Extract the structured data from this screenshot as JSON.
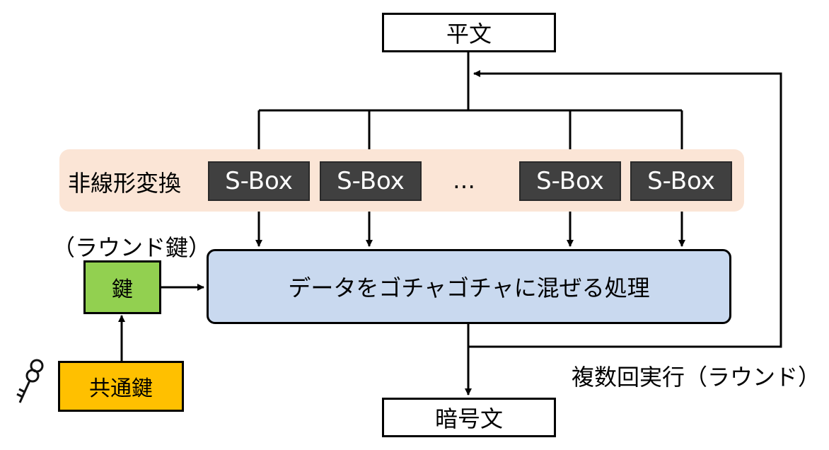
{
  "plaintext": "平文",
  "ciphertext": "暗号文",
  "nonlinear_label": "非線形変換",
  "sboxes": [
    "S-Box",
    "S-Box",
    "S-Box",
    "S-Box"
  ],
  "ellipsis": "…",
  "process_label": "データをゴチャゴチャに混ぜる処理",
  "round_key_label": "（ラウンド鍵）",
  "key_label": "鍵",
  "common_key_label": "共通鍵",
  "repeat_label": "複数回実行（ラウンド）",
  "icons": [
    "key-icon"
  ]
}
